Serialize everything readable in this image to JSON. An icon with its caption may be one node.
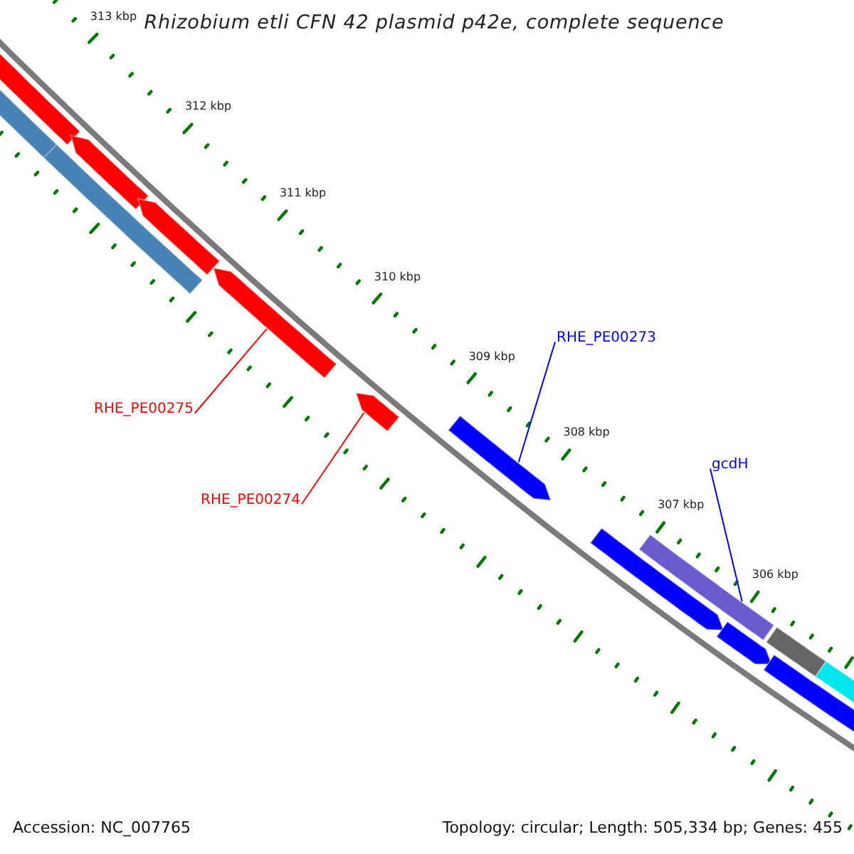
{
  "diagram": {
    "title": "Rhizobium etli CFN 42 plasmid p42e, complete sequence",
    "nodes": [
      {
        "text": [
          "RHE_PE00273"
        ]
      },
      {
        "text": [
          "RHE_PE00275"
        ]
      },
      {
        "text": [
          "gcdH"
        ]
      },
      {
        "text": [
          "RHE_PE00274"
        ]
      },
      {
        "text": [],
        "shape": "arrow"
      },
      {
        "text": [],
        "shape": "bar"
      },
      {
        "text": [],
        "shape": "bar"
      },
      {
        "text": [],
        "shape": "arrow"
      },
      {
        "text": [],
        "shape": "arrow"
      },
      {
        "text": [],
        "shape": "arrow"
      },
      {
        "text": [],
        "shape": "arrow"
      },
      {
        "text": [],
        "shape": "arrow"
      },
      {
        "text": [],
        "shape": "arrow"
      },
      {
        "text": [],
        "shape": "bar"
      },
      {
        "text": [],
        "shape": "arrow"
      },
      {
        "text": [],
        "shape": "bar"
      },
      {
        "text": [],
        "shape": "bar"
      },
      {
        "text": [],
        "shape": "bar"
      }
    ],
    "edges": [
      {
        "from": 0,
        "to": 11,
        "arrow": "none",
        "color": "#0000ff"
      },
      {
        "from": 1,
        "to": 9,
        "arrow": "none",
        "color": "#ff0000"
      },
      {
        "from": 2,
        "to": 13,
        "arrow": "none",
        "color": "#0000ff"
      },
      {
        "from": 3,
        "to": 10,
        "arrow": "none",
        "color": "#ff0000"
      }
    ],
    "labels": [
      "313 kbp",
      "312 kbp",
      "311 kbp",
      "310 kbp",
      "309 kbp",
      "308 kbp",
      "307 kbp",
      "306 kbp",
      "Accession: NC_007765",
      "Topology: circular; Length: 505,334 bp; Genes: 455"
    ]
  }
}
